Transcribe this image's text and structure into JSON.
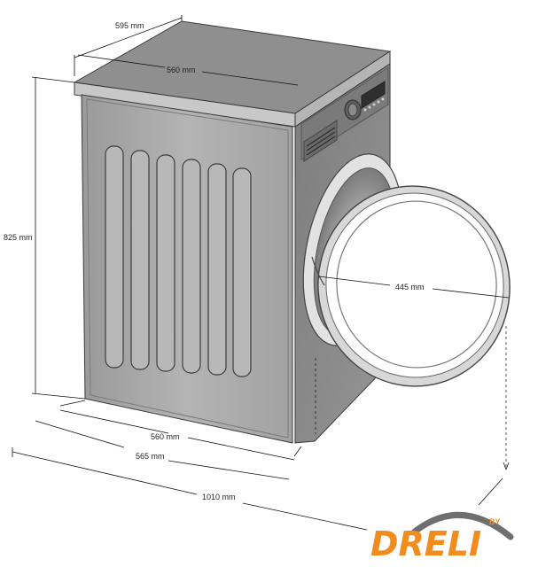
{
  "dimensions": {
    "top_depth": "595 mm",
    "top_width": "560 mm",
    "height": "825 mm",
    "base_width": "560 mm",
    "base_width_outer": "565 mm",
    "depth_door_open": "1010 mm",
    "door_diameter": "445 mm"
  },
  "logo": {
    "text": "DRELI",
    "by": "BY",
    "colors": {
      "orange": "#f28c1e",
      "gray": "#6f6f6f"
    }
  },
  "colors": {
    "side_panel": "#a9a9a9",
    "top_panel": "#8e8e8e",
    "front_panel": "#8a8a8a",
    "rib": "#b9b9b9",
    "door_ring": "#d8d8d8"
  }
}
